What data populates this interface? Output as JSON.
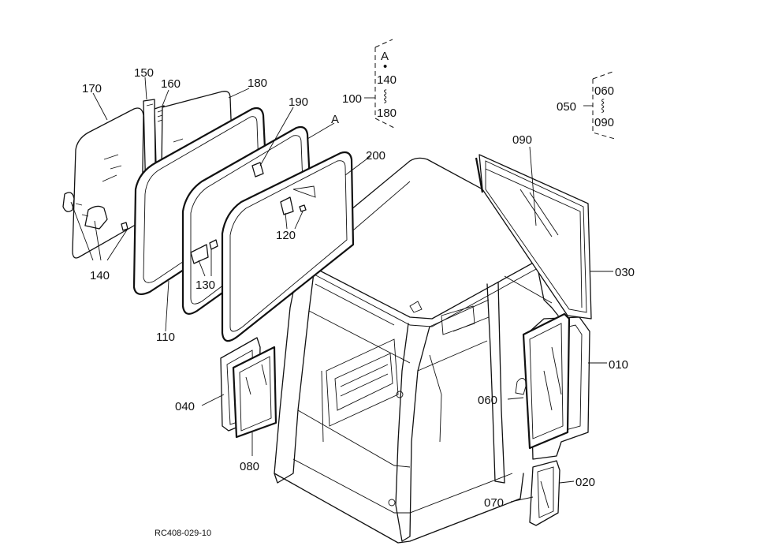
{
  "diagram": {
    "code": "RC408-029-10",
    "reference_mark": "A",
    "labels": {
      "p010": "010",
      "p020": "020",
      "p030": "030",
      "p040": "040",
      "p060": "060",
      "p070": "070",
      "p080": "080",
      "p090": "090",
      "p110": "110",
      "p120": "120",
      "p130": "130",
      "p140": "140",
      "p150": "150",
      "p160": "160",
      "p170": "170",
      "p180": "180",
      "p190": "190",
      "p200": "200"
    },
    "group_100": {
      "label": "100",
      "items": [
        "A",
        "•",
        "140",
        "⸾",
        "180"
      ]
    },
    "group_050": {
      "label": "050",
      "items": [
        "060",
        "⸾",
        "090"
      ]
    }
  }
}
